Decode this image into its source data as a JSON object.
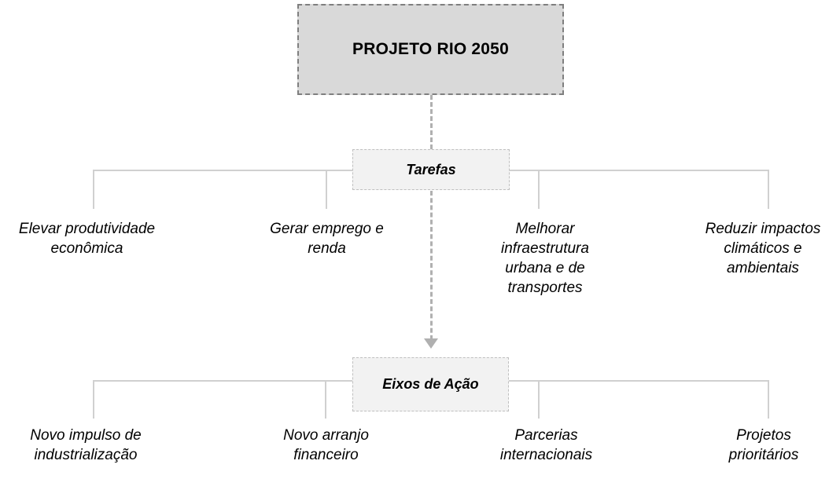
{
  "diagram": {
    "title": "PROJETO RIO 2050",
    "root": {
      "label": "PROJETO RIO 2050",
      "fill": "#d9d9d9",
      "border": "#7f7f7f"
    },
    "categories": [
      {
        "id": "tarefas",
        "label": "Tarefas",
        "fill": "#f2f2f2",
        "border": "#bfbfbf",
        "items": [
          "Elevar produtividade\neconômica",
          "Gerar emprego e\nrenda",
          "Melhorar\ninfraestrutura\nurbana e de\ntransportes",
          "Reduzir impactos\nclimáticos e\nambientais"
        ]
      },
      {
        "id": "eixos",
        "label": "Eixos de Ação",
        "fill": "#f2f2f2",
        "border": "#bfbfbf",
        "items": [
          "Novo impulso de\nindustrialização",
          "Novo arranjo\nfinanceiro",
          "Parcerias\ninternacionais",
          "Projetos\nprioritários"
        ]
      }
    ],
    "connector_color": "#d0d0d0",
    "flow_color": "#b0b0b0"
  }
}
